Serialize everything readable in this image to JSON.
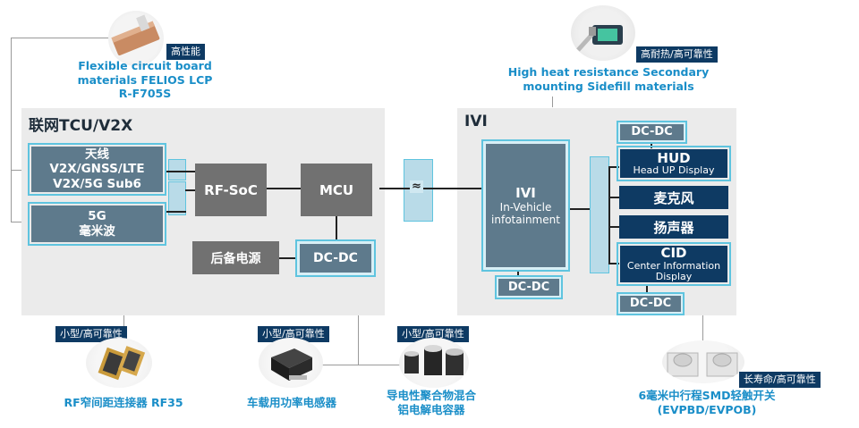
{
  "tcu": {
    "title": "联网TCU/V2X",
    "antenna": {
      "line1": "天线",
      "line2": "V2X/GNSS/LTE",
      "line3": "V2X/5G Sub6"
    },
    "mmwave": {
      "line1": "5G",
      "line2": "毫米波"
    },
    "rfsoc": "RF-SoC",
    "mcu": "MCU",
    "backup_power": "后备电源",
    "dcdc": "DC-DC"
  },
  "ivi": {
    "title": "IVI",
    "core": {
      "line1": "IVI",
      "line2": "In-Vehicle",
      "line3": "infotainment"
    },
    "core_dcdc": "DC-DC",
    "top_dcdc": "DC-DC",
    "hud": {
      "line1": "HUD",
      "line2": "Head UP Display"
    },
    "mic": "麦克风",
    "speaker": "扬声器",
    "cid": {
      "line1": "CID",
      "line2": "Center Information",
      "line3": "Display"
    },
    "bottom_dcdc": "DC-DC"
  },
  "link_symbol": "≈",
  "callouts": {
    "flex": {
      "tag": "高性能",
      "caption": "Flexible circuit board materials FELIOS LCP R-F705S"
    },
    "sidefill": {
      "tag": "高耐热/高可靠性",
      "caption": "High heat resistance Secondary mounting Sidefill materials"
    },
    "rf35": {
      "tag": "小型/高可靠性",
      "caption": "RF窄间距连接器 RF35"
    },
    "inductor": {
      "tag": "小型/高可靠性",
      "caption": "车载用功率电感器"
    },
    "capacitor": {
      "tag": "小型/高可靠性",
      "caption_line1": "导电性聚合物混合",
      "caption_line2": "铝电解电容器"
    },
    "switch": {
      "tag": "长寿命/高可靠性",
      "caption_line1": "6毫米中行程SMD轻触开关",
      "caption_line2": "(EVPBD/EVPOB)"
    }
  },
  "colors": {
    "accent": "#1a8ec8",
    "navy": "#0e3a63",
    "slate": "#5e7a8c",
    "highlight": "#5fc4df"
  }
}
